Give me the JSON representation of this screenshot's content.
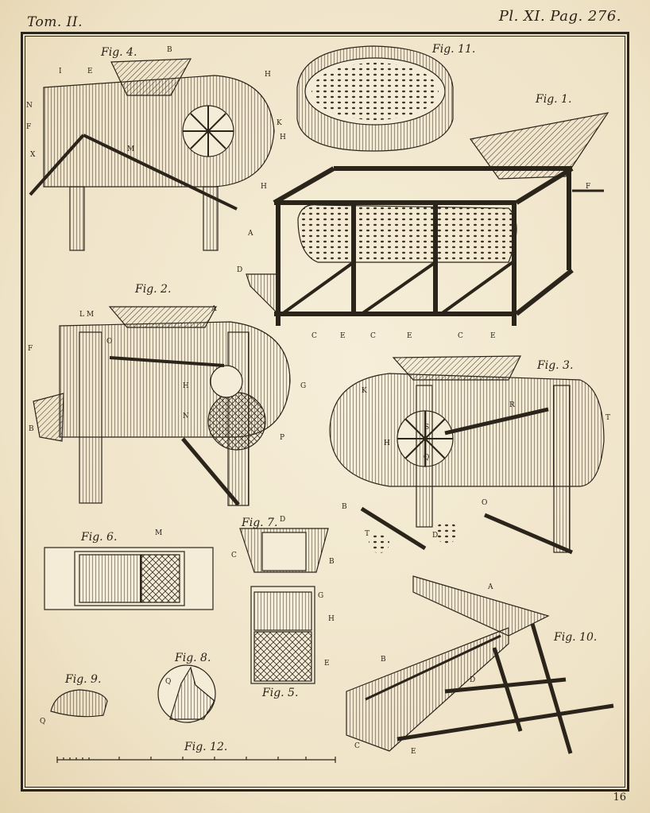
{
  "header": {
    "tome": "Tom. II.",
    "plate": "Pl. XI. Pag. 276."
  },
  "folio": "16",
  "figures": {
    "fig1": "Fig. 1.",
    "fig2": "Fig. 2.",
    "fig3": "Fig. 3.",
    "fig4": "Fig. 4.",
    "fig5": "Fig. 5.",
    "fig6": "Fig. 6.",
    "fig7": "Fig. 7.",
    "fig8": "Fig. 8.",
    "fig9": "Fig. 9.",
    "fig10": "Fig. 10.",
    "fig11": "Fig. 11.",
    "fig12": "Fig. 12."
  },
  "letters": {
    "A": "A",
    "B": "B",
    "C": "C",
    "D": "D",
    "E": "E",
    "F": "F",
    "G": "G",
    "H": "H",
    "I": "I",
    "K": "K",
    "LM": "L M",
    "M": "M",
    "N": "N",
    "O": "O",
    "P": "P",
    "Q": "Q",
    "R": "R",
    "S": "S",
    "T": "T",
    "X": "X"
  }
}
